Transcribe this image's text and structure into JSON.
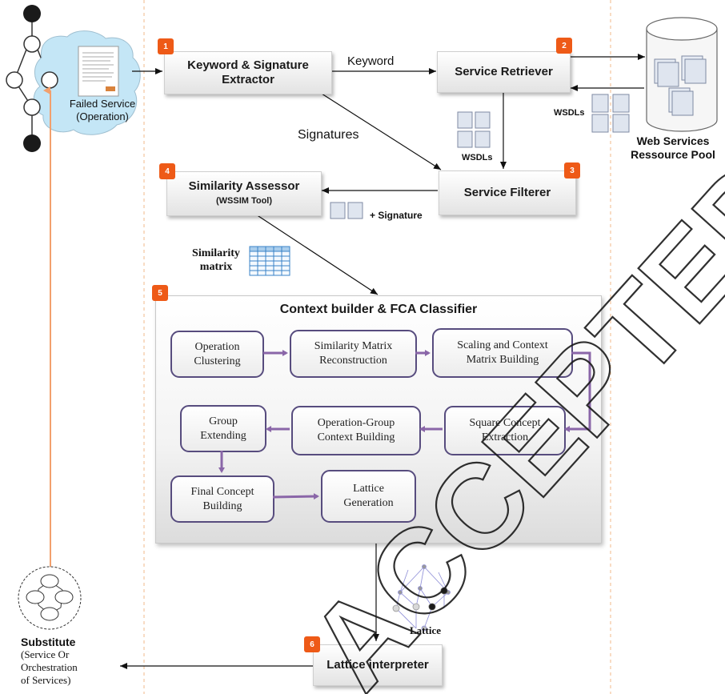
{
  "failed_service": {
    "line1": "Failed Service",
    "line2": "(Operation)"
  },
  "steps": {
    "s1": {
      "badge": "1",
      "line1": "Keyword & Signature",
      "line2": "Extractor"
    },
    "s2": {
      "badge": "2",
      "label": "Service Retriever"
    },
    "s3": {
      "badge": "3",
      "label": "Service Filterer"
    },
    "s4": {
      "badge": "4",
      "label": "Similarity Assessor",
      "sub": "(WSSIM Tool)"
    },
    "s5": {
      "badge": "5",
      "title": "Context builder & FCA Classifier"
    },
    "s6": {
      "badge": "6",
      "label": "Lattice interpreter"
    }
  },
  "arrow_labels": {
    "keyword": "Keyword",
    "signatures": "Signatures",
    "wsdls_right": "WSDLs",
    "wsdls_center": "WSDLs",
    "plus_signature": "+ Signature",
    "similarity_matrix_1": "Similarity",
    "similarity_matrix_2": "matrix",
    "lattice": "Lattice"
  },
  "pool": {
    "line1": "Web Services",
    "line2": "Ressource Pool"
  },
  "fca_steps": [
    {
      "l1": "Operation",
      "l2": "Clustering"
    },
    {
      "l1": "Similarity Matrix",
      "l2": "Reconstruction"
    },
    {
      "l1": "Scaling and Context",
      "l2": "Matrix Building"
    },
    {
      "l1": "Square Concept",
      "l2": "Extraction"
    },
    {
      "l1": "Operation-Group",
      "l2": "Context Building"
    },
    {
      "l1": "Group",
      "l2": "Extending"
    },
    {
      "l1": "Final Concept",
      "l2": "Building"
    },
    {
      "l1": "Lattice",
      "l2": "Generation"
    }
  ],
  "substitute": {
    "title": "Substitute",
    "l1": "(Service Or",
    "l2": "Orchestration",
    "l3": "of Services)"
  },
  "watermark": "ACCEPTED MANUSCRIPT",
  "colors": {
    "badge": "#ee5a17",
    "proc_border": "#574c7e",
    "proc_arrow": "#8a66a8",
    "orange_line": "#f2a06d",
    "cloud": "#c4e6f6"
  }
}
